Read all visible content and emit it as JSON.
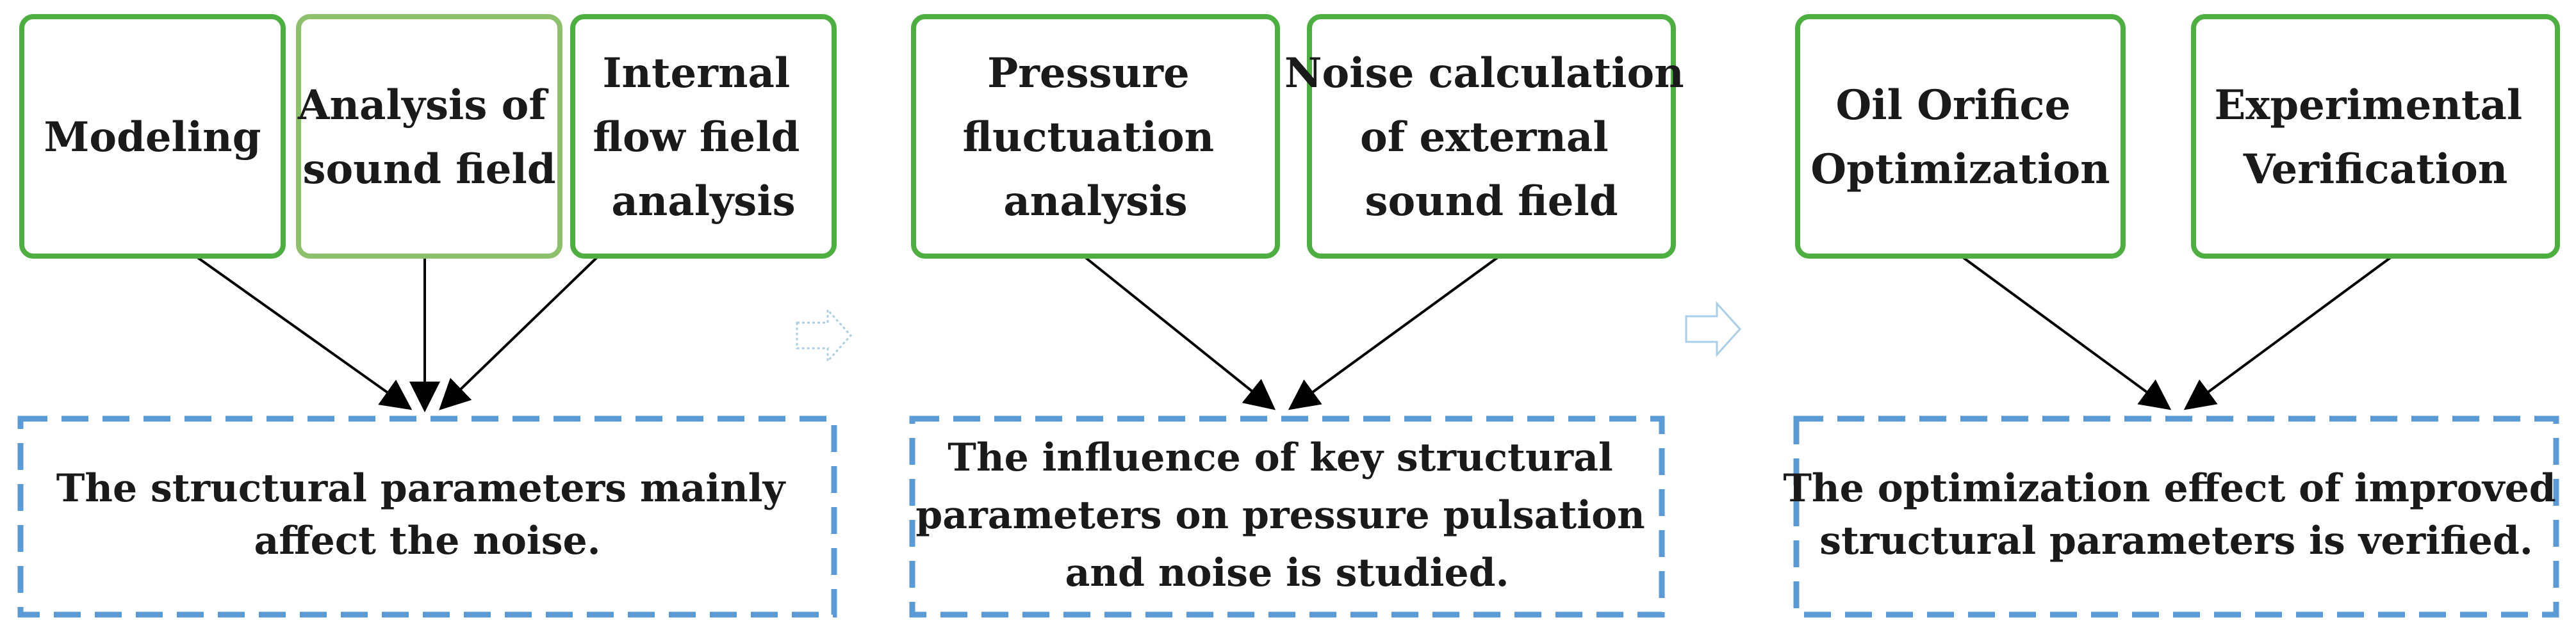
{
  "stages": [
    {
      "top_boxes": [
        {
          "lines": [
            "Modeling"
          ]
        },
        {
          "lines": [
            "Analysis of",
            "sound field"
          ]
        },
        {
          "lines": [
            "Internal",
            "flow field",
            "analysis"
          ]
        }
      ],
      "result": {
        "lines": [
          "The structural parameters mainly",
          "affect the noise."
        ]
      }
    },
    {
      "top_boxes": [
        {
          "lines": [
            "Pressure",
            "fluctuation",
            "analysis"
          ]
        },
        {
          "lines": [
            "Noise calculation",
            "of external",
            "sound field"
          ]
        }
      ],
      "result": {
        "lines": [
          "The influence of key structural",
          "parameters on pressure pulsation",
          "and noise is studied."
        ]
      }
    },
    {
      "top_boxes": [
        {
          "lines": [
            "Oil Orifice",
            "Optimization"
          ]
        },
        {
          "lines": [
            "Experimental",
            "Verification"
          ]
        }
      ],
      "result": {
        "lines": [
          "The optimization effect of improved",
          "structural parameters is verified."
        ]
      }
    }
  ],
  "colors": {
    "top_box_border": "#4caf3f",
    "top_box_border_light": "#8dc06b",
    "result_box_border": "#5b9bd5",
    "connector_arrow": "#000000",
    "stage_arrow": "#a9cfe8"
  }
}
